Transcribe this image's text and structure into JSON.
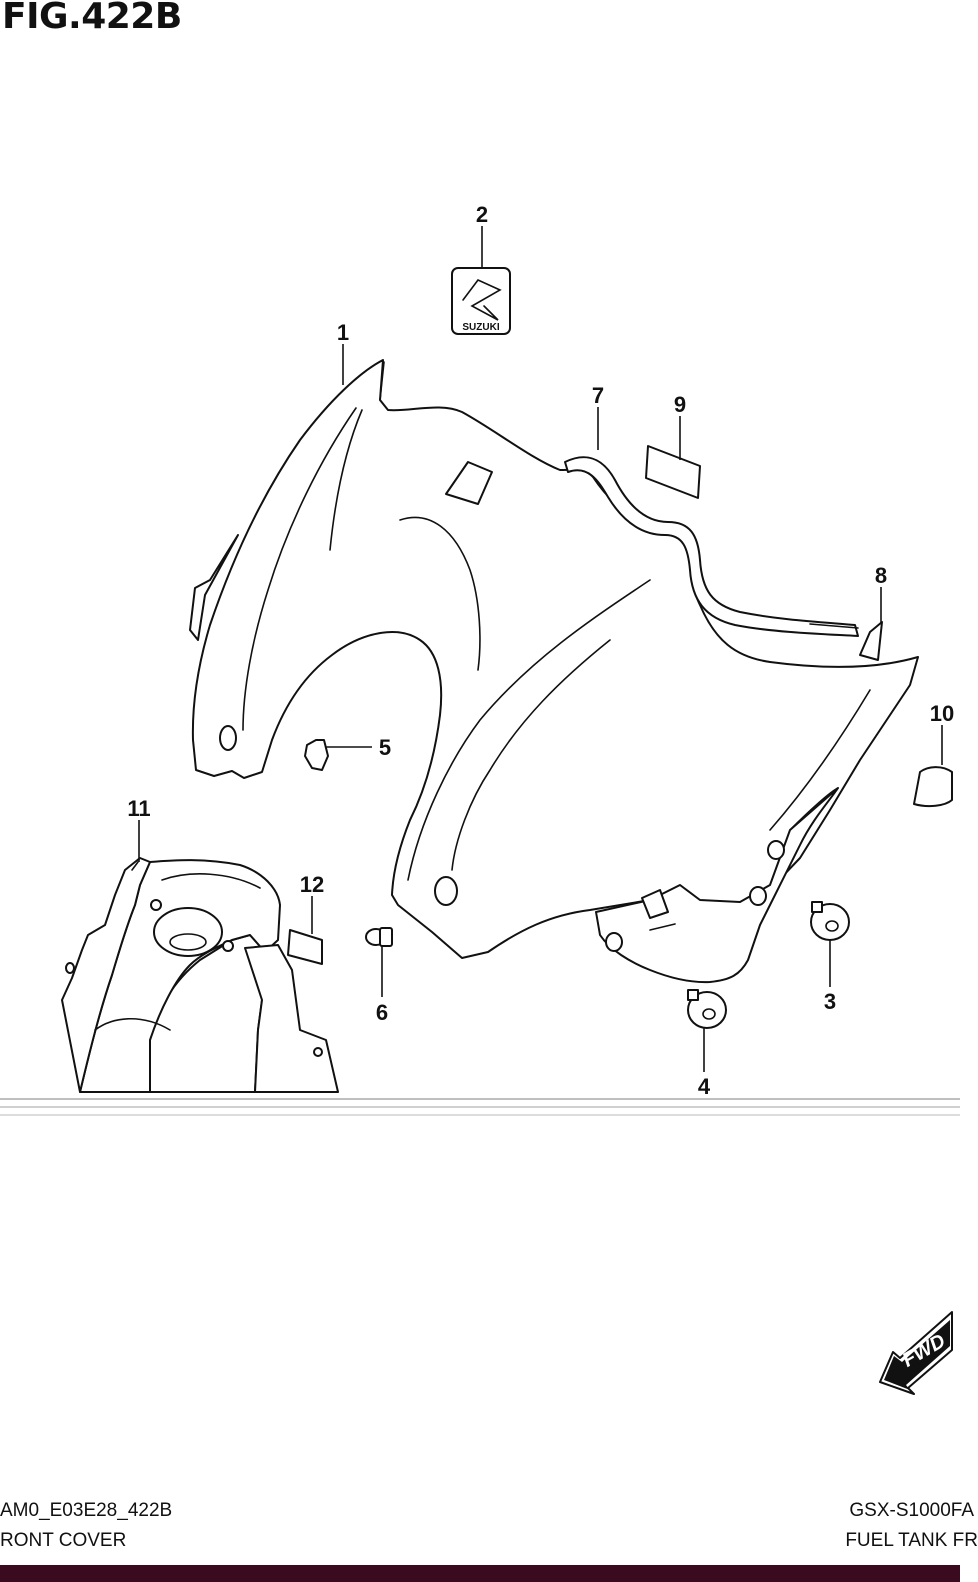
{
  "figure_title": "FIG.422B",
  "footer": {
    "left_code": "AM0_E03E28_422B",
    "left_name": "RONT COVER",
    "right_model": "GSX-S1000FA",
    "right_name": "FUEL TANK FR"
  },
  "emblem_text": "SUZUKI",
  "direction_label": "FWD",
  "callouts": {
    "c1": "1",
    "c2": "2",
    "c3": "3",
    "c4": "4",
    "c5": "5",
    "c6": "6",
    "c7": "7",
    "c8": "8",
    "c9": "9",
    "c10": "10",
    "c11": "11",
    "c12": "12"
  },
  "colors": {
    "line": "#111111",
    "background": "#ffffff",
    "bottom_bar": "#3a0a1e"
  }
}
